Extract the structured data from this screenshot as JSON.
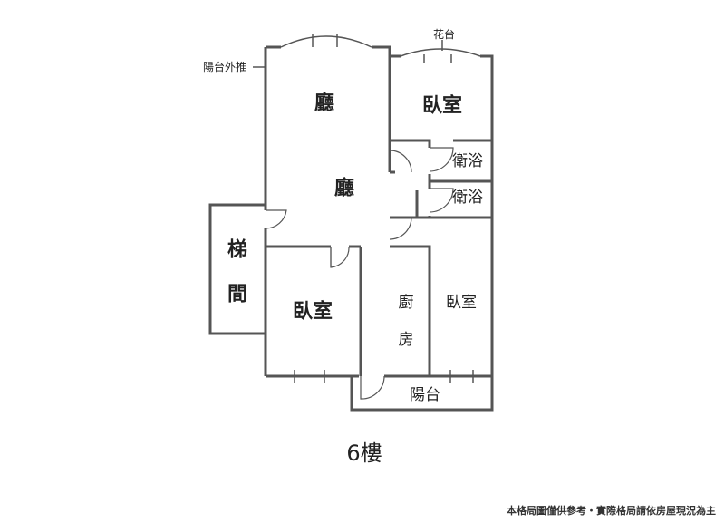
{
  "rooms": {
    "living_top": "廳",
    "living_mid": "廳",
    "bedroom_ne": "臥室",
    "bath_1": "衛浴",
    "bath_2": "衛浴",
    "stair_1": "梯",
    "stair_2": "間",
    "bedroom_sw": "臥室",
    "kitchen_1": "廚",
    "kitchen_2": "房",
    "bedroom_se": "臥室",
    "balcony_s": "陽台"
  },
  "annotations": {
    "balcony_push_out": "陽台外推",
    "flower_deck": "花台"
  },
  "floor_label": "6樓",
  "footer_note": "本格局圖僅供參考・實際格局請依房屋現況為主"
}
